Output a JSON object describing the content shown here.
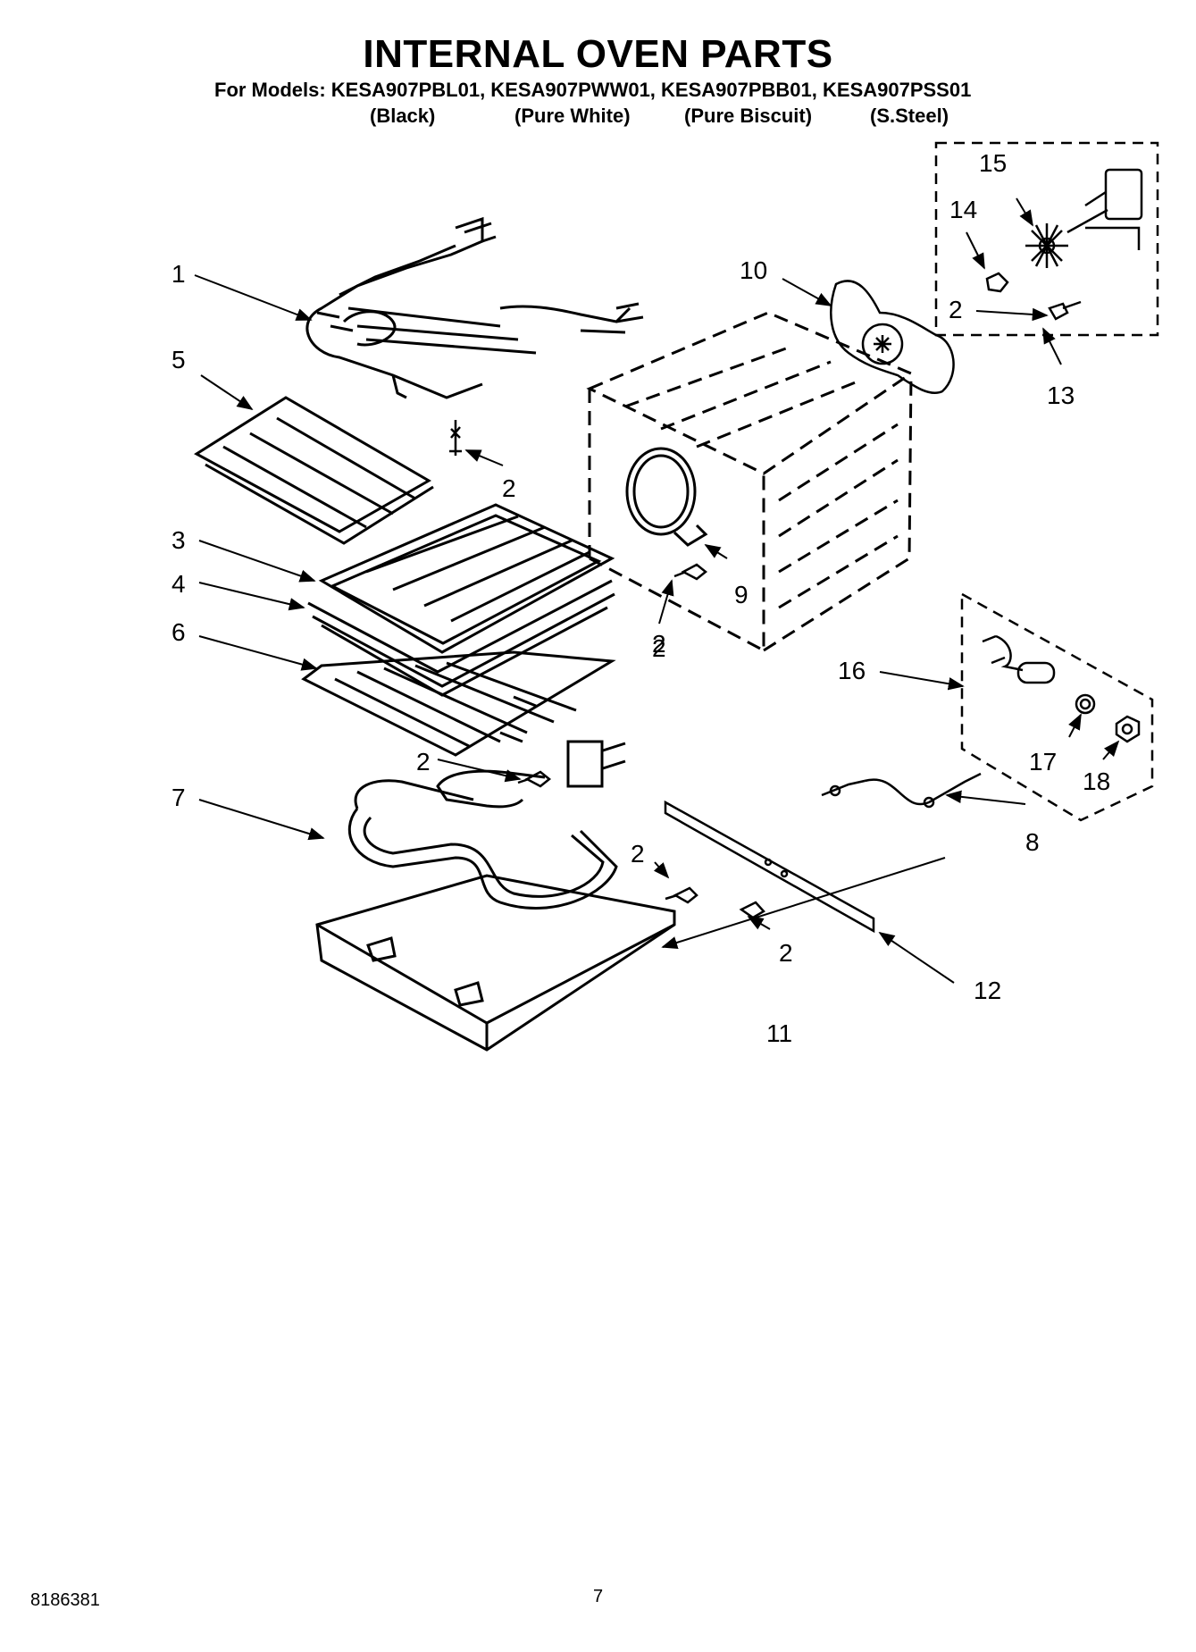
{
  "header": {
    "title": "INTERNAL OVEN PARTS",
    "models_line": "For Models: KESA907PBL01, KESA907PWW01, KESA907PBB01, KESA907PSS01",
    "variants": [
      "(Black)",
      "(Pure White)",
      "(Pure Biscuit)",
      "(S.Steel)"
    ]
  },
  "callouts": [
    "1",
    "2",
    "2",
    "3",
    "4",
    "5",
    "6",
    "7",
    "2",
    "2",
    "2",
    "8",
    "9",
    "2",
    "10",
    "11",
    "12",
    "13",
    "2",
    "14",
    "15",
    "16",
    "17",
    "18"
  ],
  "footer": {
    "doc_number": "8186381",
    "page_number": "7"
  }
}
